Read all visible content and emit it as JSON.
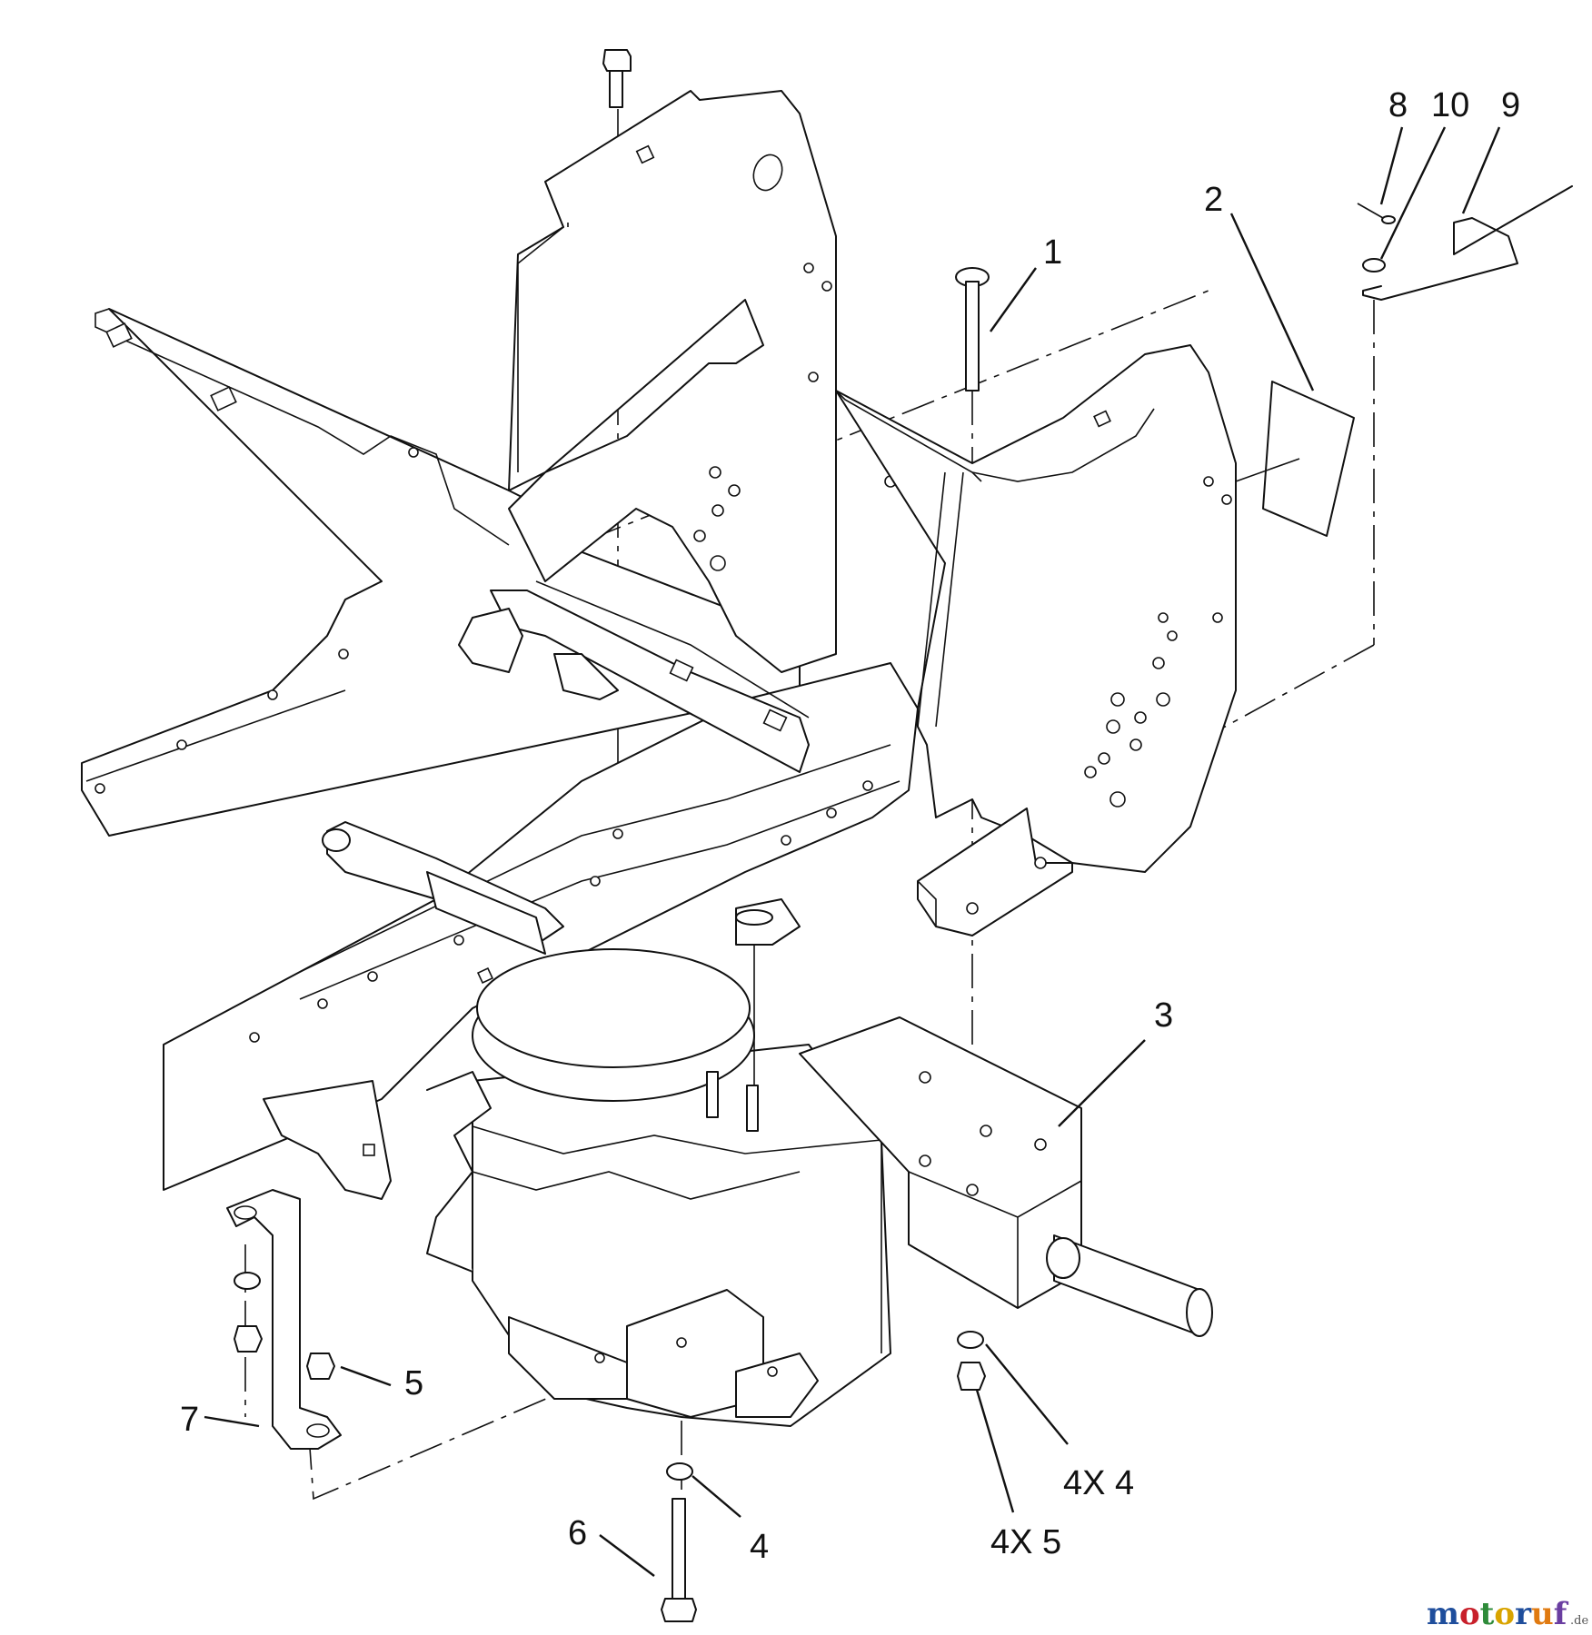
{
  "callouts": {
    "c1": "1",
    "c2": "2",
    "c3": "3",
    "c4": "4",
    "c4x4": "4X 4",
    "c4x5": "4X 5",
    "c5": "5",
    "c6": "6",
    "c7": "7",
    "c8": "8",
    "c9": "9",
    "c10": "10"
  },
  "watermark": {
    "brand_m": "m",
    "brand_o1": "o",
    "brand_t": "t",
    "brand_o2": "o",
    "brand_r": "r",
    "brand_u": "u",
    "brand_f": "f",
    "suffix": ".de"
  },
  "colors": {
    "line": "#111111",
    "background": "#ffffff",
    "watermark_blue": "#1f4e9c",
    "watermark_red": "#c8202b",
    "watermark_green": "#2e8b3a",
    "watermark_yellow": "#d9a400",
    "watermark_orange": "#e07a10",
    "watermark_purple": "#6a3ea1"
  }
}
